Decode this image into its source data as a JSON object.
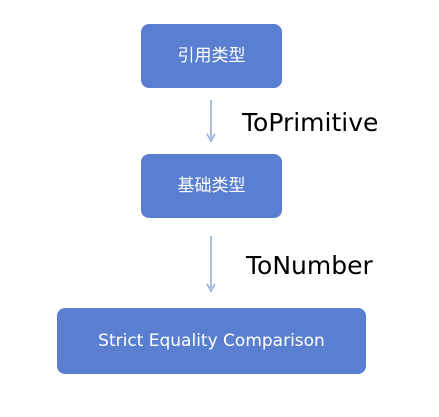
{
  "nodes": {
    "reference_type": "引用类型",
    "primitive_type": "基础类型",
    "strict_equality": "Strict Equality Comparison"
  },
  "edges": {
    "to_primitive": "ToPrimitive",
    "to_number": "ToNumber"
  },
  "colors": {
    "node_fill": "#5b7fd0",
    "node_text": "#ffffff",
    "arrow": "#8fa8d6",
    "label_text": "#000000"
  }
}
